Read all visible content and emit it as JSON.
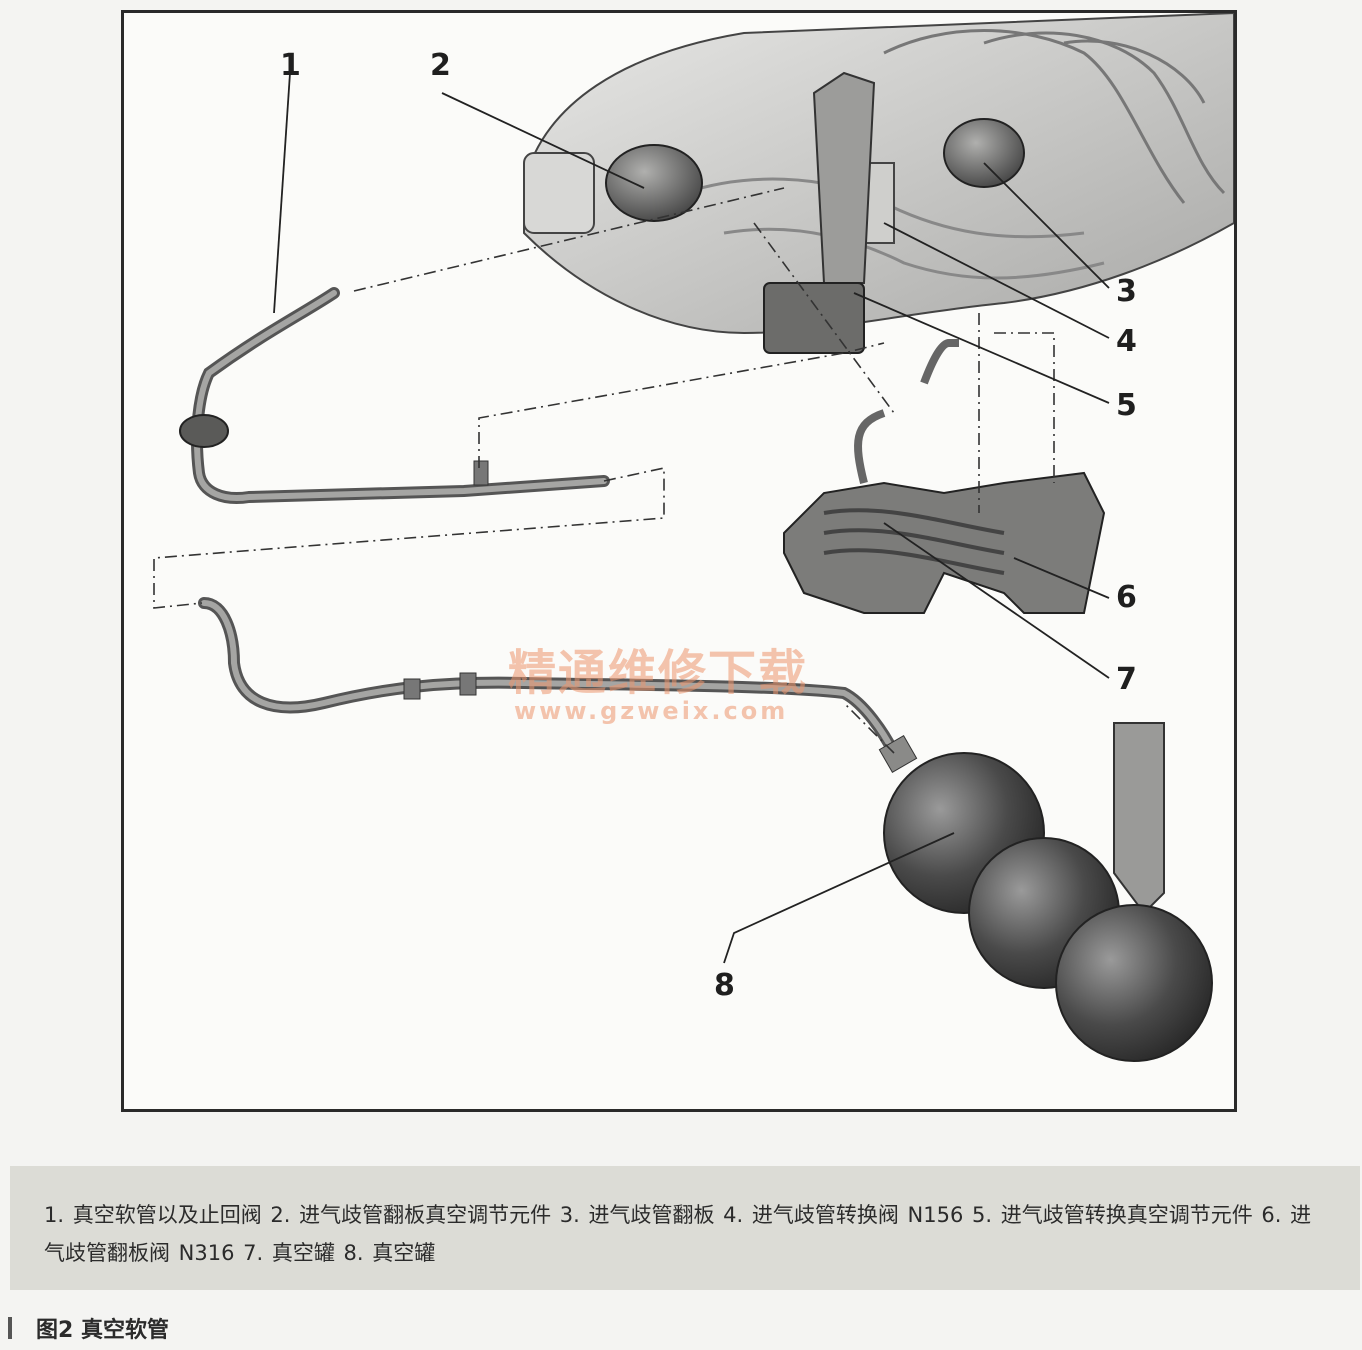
{
  "callouts": [
    {
      "label": "1"
    },
    {
      "label": "2"
    },
    {
      "label": "3"
    },
    {
      "label": "4"
    },
    {
      "label": "5"
    },
    {
      "label": "6"
    },
    {
      "label": "7"
    },
    {
      "label": "8"
    }
  ],
  "watermark": {
    "text_cn": "精通维修下载",
    "url": "www.gzweix.com"
  },
  "caption": "1. 真空软管以及止回阀  2. 进气歧管翻板真空调节元件  3. 进气歧管翻板   4. 进气歧管转换阀 N156   5. 进气歧管转换真空调节元件  6. 进气歧管翻板阀 N316   7. 真空罐  8. 真空罐",
  "figure_title": "图2   真空软管",
  "colors": {
    "frame_border": "#2a2a2a",
    "caption_bg": "#dcdcd6",
    "watermark": "#ec966e"
  }
}
